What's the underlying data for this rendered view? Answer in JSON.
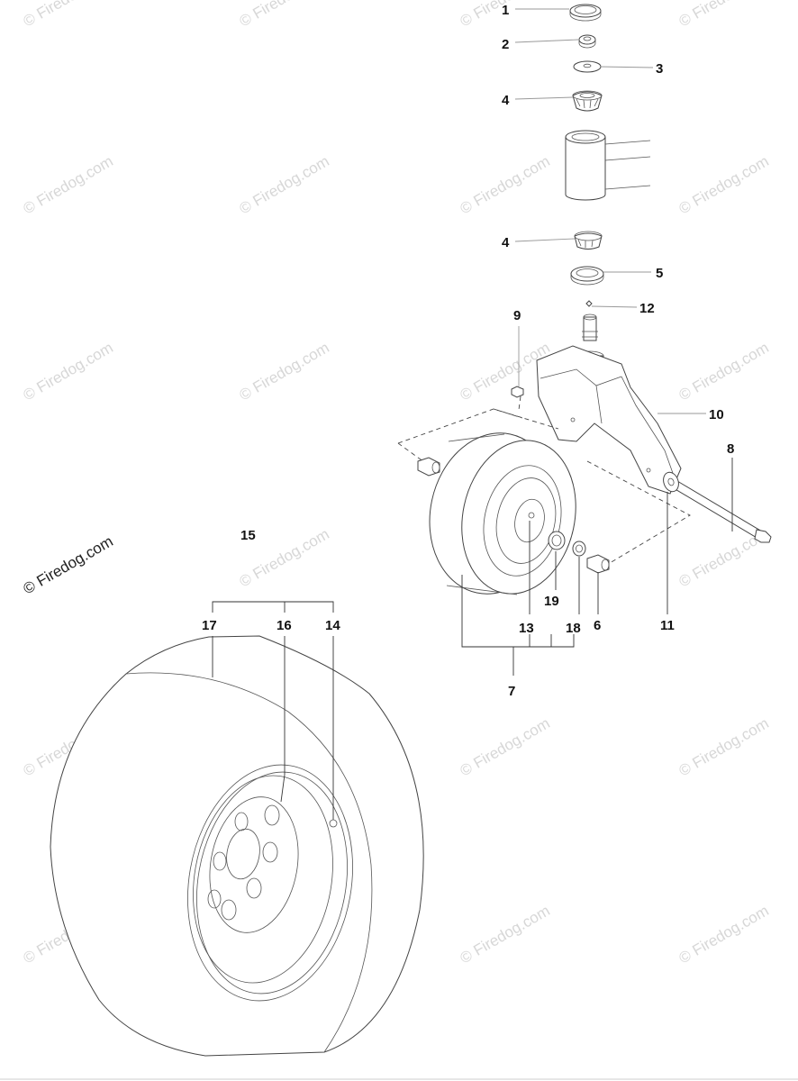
{
  "diagram": {
    "watermark": "© Firedog.com",
    "sample_watermark": "© Firedog.com",
    "callouts": {
      "p1": "1",
      "p2": "2",
      "p3": "3",
      "p4a": "4",
      "p4b": "4",
      "p5": "5",
      "p6": "6",
      "p7": "7",
      "p8": "8",
      "p9": "9",
      "p10": "10",
      "p11": "11",
      "p12": "12",
      "p13": "13",
      "p14": "14",
      "p15": "15",
      "p16": "16",
      "p17": "17",
      "p18": "18",
      "p19": "19"
    }
  }
}
